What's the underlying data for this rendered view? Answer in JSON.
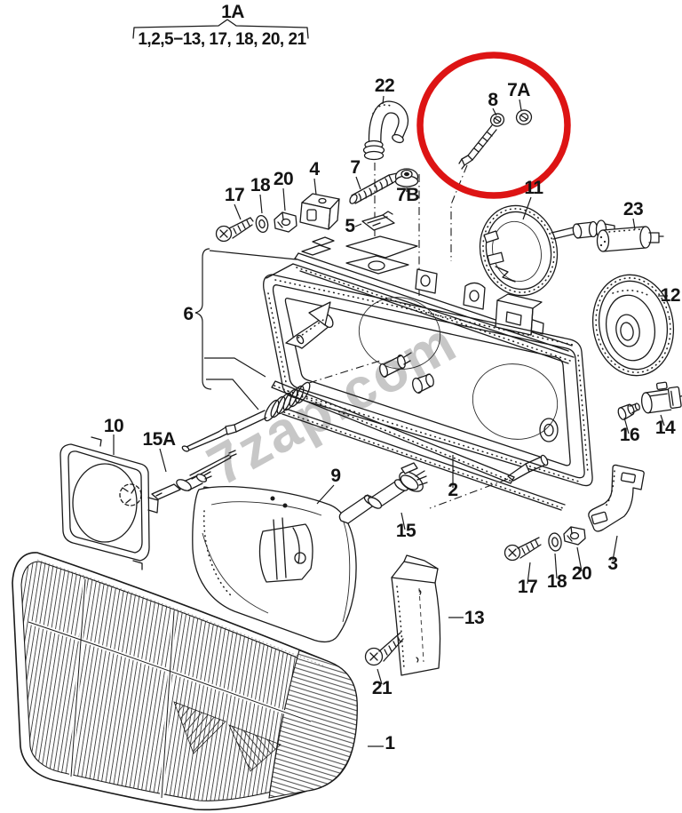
{
  "diagram": {
    "assembly_group": {
      "code": "1A",
      "includes": "1,2,5−13, 17, 18, 20, 21"
    },
    "watermark": "7zap.com",
    "highlight_color": "#dd1414",
    "part_labels": [
      {
        "id": "22",
        "text": "22"
      },
      {
        "id": "8",
        "text": "8"
      },
      {
        "id": "7A",
        "text": "7A"
      },
      {
        "id": "17-top",
        "text": "17"
      },
      {
        "id": "18-top",
        "text": "18"
      },
      {
        "id": "20-top",
        "text": "20"
      },
      {
        "id": "4",
        "text": "4"
      },
      {
        "id": "7",
        "text": "7"
      },
      {
        "id": "7B",
        "text": "7B"
      },
      {
        "id": "5",
        "text": "5"
      },
      {
        "id": "11",
        "text": "11"
      },
      {
        "id": "23",
        "text": "23"
      },
      {
        "id": "12",
        "text": "12"
      },
      {
        "id": "6",
        "text": "6"
      },
      {
        "id": "16",
        "text": "16"
      },
      {
        "id": "14",
        "text": "14"
      },
      {
        "id": "10",
        "text": "10"
      },
      {
        "id": "15A",
        "text": "15A"
      },
      {
        "id": "9",
        "text": "9"
      },
      {
        "id": "15",
        "text": "15"
      },
      {
        "id": "2",
        "text": "2"
      },
      {
        "id": "3",
        "text": "3"
      },
      {
        "id": "17-bottom",
        "text": "17"
      },
      {
        "id": "18-bottom",
        "text": "18"
      },
      {
        "id": "20-bottom",
        "text": "20"
      },
      {
        "id": "13",
        "text": "13"
      },
      {
        "id": "21",
        "text": "21"
      },
      {
        "id": "1",
        "text": "1"
      }
    ]
  }
}
